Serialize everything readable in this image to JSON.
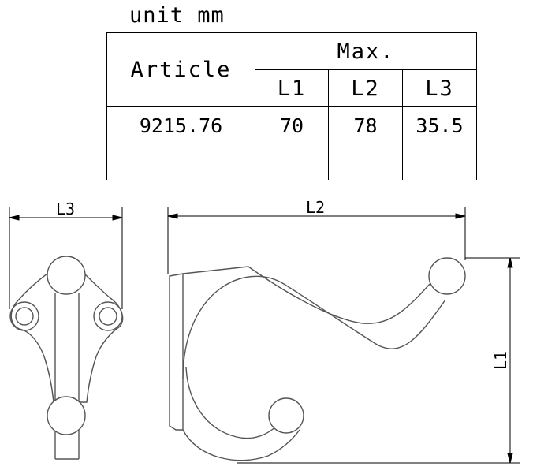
{
  "header": {
    "unit": "unit mm"
  },
  "table": {
    "article_header": "Article",
    "max_header": "Max.",
    "columns": [
      "L1",
      "L2",
      "L3"
    ],
    "rows": [
      {
        "article": "9215.76",
        "values": [
          "70",
          "78",
          "35.5"
        ]
      }
    ]
  },
  "drawing": {
    "dim_l3": "L3",
    "dim_l2": "L2",
    "dim_l1": "L1"
  },
  "colors": {
    "stroke": "#000000",
    "part": "#555555"
  }
}
